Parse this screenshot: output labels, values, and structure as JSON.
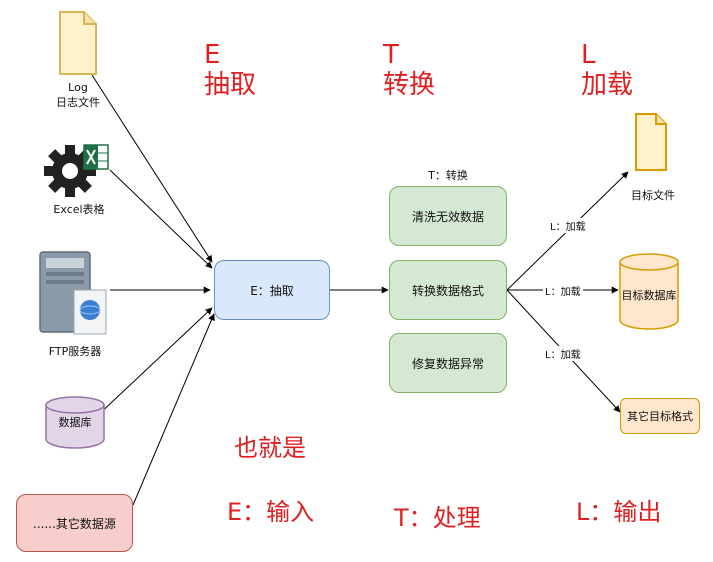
{
  "phases": {
    "extract": {
      "letter": "E",
      "name": "抽取"
    },
    "transform": {
      "letter": "T",
      "name": "转换"
    },
    "load": {
      "letter": "L",
      "name": "加载"
    }
  },
  "sources": {
    "log": {
      "line1": "Log",
      "line2": "日志文件"
    },
    "excel": "Excel表格",
    "ftp": "FTP服务器",
    "db": "数据库",
    "other": "......其它数据源"
  },
  "extract_box": "E：抽取",
  "transform_group": {
    "title": "T：转换",
    "steps": [
      "清洗无效数据",
      "转换数据格式",
      "修复数据异常"
    ]
  },
  "load_edge_label": "L：加载",
  "targets": {
    "file": "目标文件",
    "db": "目标数据库",
    "other": "其它目标格式"
  },
  "summary": {
    "title": "也就是",
    "e": "E：输入",
    "t": "T：处理",
    "l": "L：输出"
  },
  "colors": {
    "accent_red": "#e02020",
    "green_fill": "#d5e8d4",
    "blue_fill": "#dae8fc",
    "pink_fill": "#f8cecc",
    "orange_fill": "#ffe6cc",
    "db_fill": "#e1d5e7"
  }
}
